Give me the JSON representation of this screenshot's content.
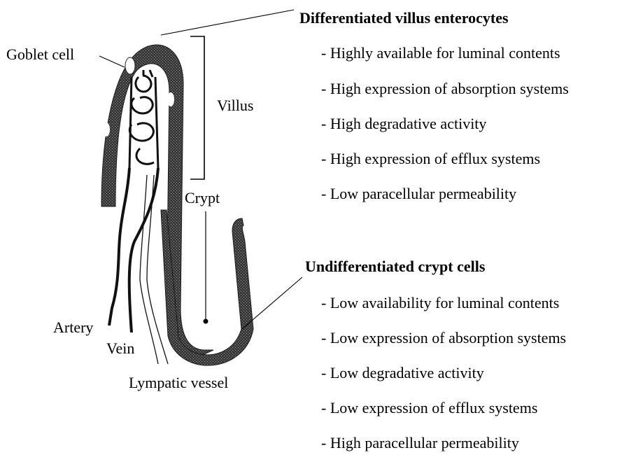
{
  "labels": {
    "goblet_cell": "Goblet cell",
    "villus": "Villus",
    "crypt": "Crypt",
    "artery": "Artery",
    "vein": "Vein",
    "lymphatic_vessel": "Lympatic vessel"
  },
  "villus_section": {
    "heading": "Differentiated villus enterocytes",
    "items": [
      "- Highly available for luminal contents",
      "- High expression of absorption systems",
      "- High degradative activity",
      "- High expression of efflux systems",
      "- Low paracellular permeability"
    ]
  },
  "crypt_section": {
    "heading": "Undifferentiated crypt cells",
    "items": [
      "- Low availability for luminal contents",
      "- Low expression of absorption systems",
      "- Low degradative activity",
      "- Low expression of efflux systems",
      "- High paracellular permeability"
    ]
  },
  "colors": {
    "epithelium": "#333333",
    "line": "#000000",
    "background": "#ffffff"
  }
}
